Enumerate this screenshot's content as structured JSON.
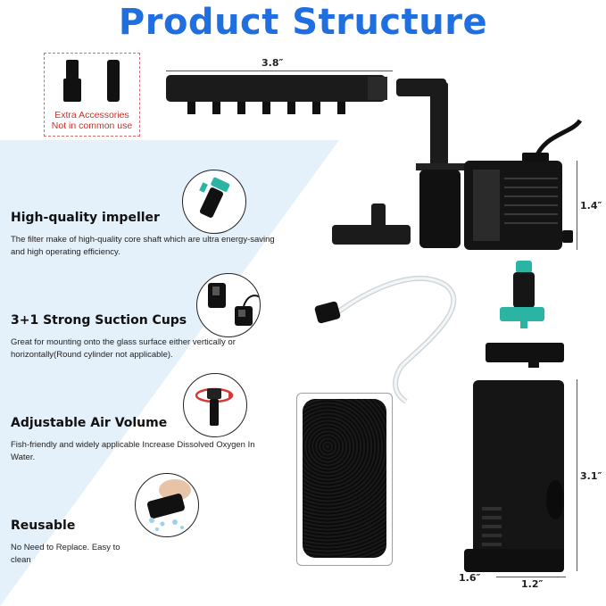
{
  "title": "Product Structure",
  "accessories": {
    "label_line1": "Extra Accessories",
    "label_line2": "Not in common use"
  },
  "dimensions": {
    "length": "3.8″",
    "pump_height": "1.4″",
    "body_height": "3.1″",
    "depth": "1.6″",
    "width": "1.2″"
  },
  "features": [
    {
      "title": "High-quality impeller",
      "description": "The filter make of high-quality core shaft which are ultra energy-saving and high operating efficiency."
    },
    {
      "title": "3+1 Strong Suction Cups",
      "description": "Great for mounting onto the glass surface either vertically or horizontally(Round cylinder not applicable)."
    },
    {
      "title": "Adjustable Air Volume",
      "description": "Fish-friendly and widely applicable Increase Dissolved Oxygen In Water."
    },
    {
      "title": "Reusable",
      "description": "No Need to Replace. Easy to clean"
    }
  ],
  "icons": [
    "impeller-icon",
    "suction-cup-icon",
    "air-valve-icon",
    "sponge-rinse-icon"
  ],
  "colors": {
    "title": "#1f6fe0",
    "accent_teal": "#2bb3a3",
    "accessory_red": "#c9302c",
    "panel_bg": "#e4f0fa"
  }
}
